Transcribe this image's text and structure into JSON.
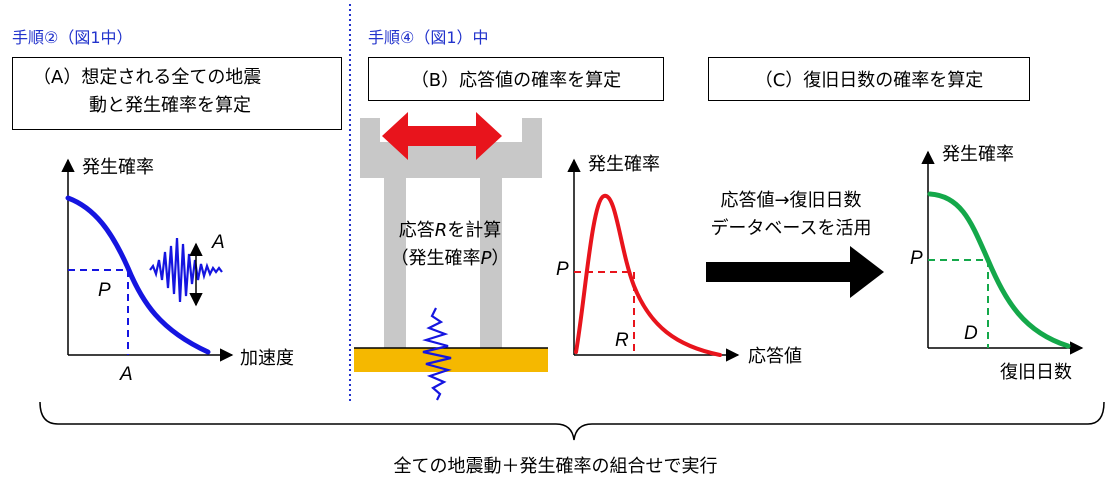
{
  "steps": {
    "left": "手順②（図1中）",
    "right": "手順④（図1）中"
  },
  "boxes": {
    "a_line1": "（A）想定される全ての地震",
    "a_line2": "動と発生確率を算定",
    "b": "（B）応答値の確率を算定",
    "c": "（C）復旧日数の確率を算定"
  },
  "chart_a": {
    "ylabel": "発生確率",
    "xlabel": "加速度",
    "p_label": "P",
    "a_label_x": "A",
    "a_label_amp": "A"
  },
  "structure": {
    "line1_prefix": "応答",
    "line1_var": "R",
    "line1_suffix": "を計算",
    "line2_prefix": "（発生確率",
    "line2_var": "P",
    "line2_suffix": "）"
  },
  "chart_b": {
    "ylabel": "発生確率",
    "xlabel": "応答値",
    "p_label": "P",
    "r_label": "R"
  },
  "arrow_text": {
    "line1": "応答値→復旧日数",
    "line2": "データベースを活用"
  },
  "chart_c": {
    "ylabel": "発生確率",
    "xlabel": "復旧日数",
    "p_label": "P",
    "d_label": "D"
  },
  "footer": "全ての地震動＋発生確率の組合せで実行",
  "colors": {
    "step_blue": "#2233cc",
    "curve_a": "#1515e0",
    "curve_b": "#e8141c",
    "curve_c": "#14a84a",
    "bridge_gray": "#c8c8c8",
    "ground": "#f5b800"
  }
}
